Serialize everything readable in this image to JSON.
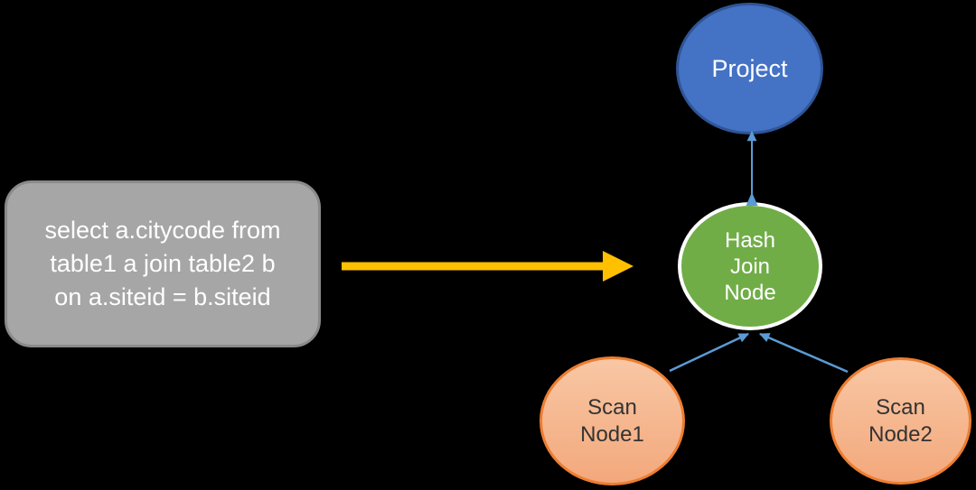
{
  "canvas": {
    "background": "#000000"
  },
  "sql_box": {
    "lines": [
      "select a.citycode from",
      "table1 a join table2 b",
      "on a.siteid = b.siteid"
    ],
    "fill": "#A6A6A6",
    "border_color": "#8A8A8A",
    "text_color": "#FFFFFF"
  },
  "flow_arrow": {
    "color": "#FFC000",
    "direction": "right"
  },
  "nodes": {
    "project": {
      "label": "Project",
      "fill": "#4472C4",
      "border_color": "#2F5597",
      "text_color": "#FFFFFF"
    },
    "hash_join": {
      "lines": [
        "Hash",
        "Join",
        "Node"
      ],
      "fill": "#70AD47",
      "border_color": "#FFFFFF",
      "text_color": "#FFFFFF"
    },
    "scan_node1": {
      "lines": [
        "Scan",
        "Node1"
      ],
      "fill_top": "#F8C7A4",
      "fill_bottom": "#F3A87C",
      "border_color": "#ED7D31",
      "text_color": "#333333"
    },
    "scan_node2": {
      "lines": [
        "Scan",
        "Node2"
      ],
      "fill_top": "#F8C7A4",
      "fill_bottom": "#F3A87C",
      "border_color": "#ED7D31",
      "text_color": "#333333"
    }
  },
  "edges": {
    "color": "#5B9BD5",
    "items": [
      {
        "from": "hash_join",
        "to": "project"
      },
      {
        "from": "scan_node1",
        "to": "hash_join"
      },
      {
        "from": "scan_node2",
        "to": "hash_join"
      }
    ]
  }
}
